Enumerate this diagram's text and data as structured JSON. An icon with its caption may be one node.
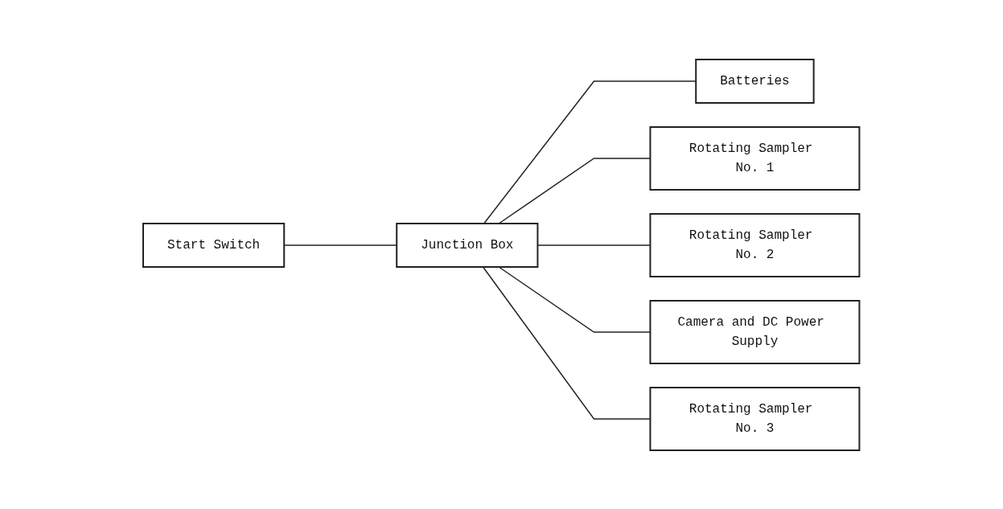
{
  "diagram": {
    "nodes": [
      {
        "text": [
          "Start Switch"
        ]
      },
      {
        "text": [
          "Junction Box"
        ]
      },
      {
        "text": [
          "Batteries"
        ]
      },
      {
        "text": [
          "Rotating Sampler No. 1"
        ]
      },
      {
        "text": [
          "Rotating Sampler No. 2"
        ]
      },
      {
        "text": [
          "Camera and DC Power Supply"
        ]
      },
      {
        "text": [
          "Rotating Sampler No. 3"
        ]
      }
    ],
    "edges": [
      {
        "from": 0,
        "to": 1,
        "arrow": "none"
      },
      {
        "from": 1,
        "to": 2,
        "arrow": "none"
      },
      {
        "from": 1,
        "to": 3,
        "arrow": "none"
      },
      {
        "from": 1,
        "to": 4,
        "arrow": "none"
      },
      {
        "from": 1,
        "to": 5,
        "arrow": "none"
      },
      {
        "from": 1,
        "to": 6,
        "arrow": "none"
      }
    ]
  }
}
